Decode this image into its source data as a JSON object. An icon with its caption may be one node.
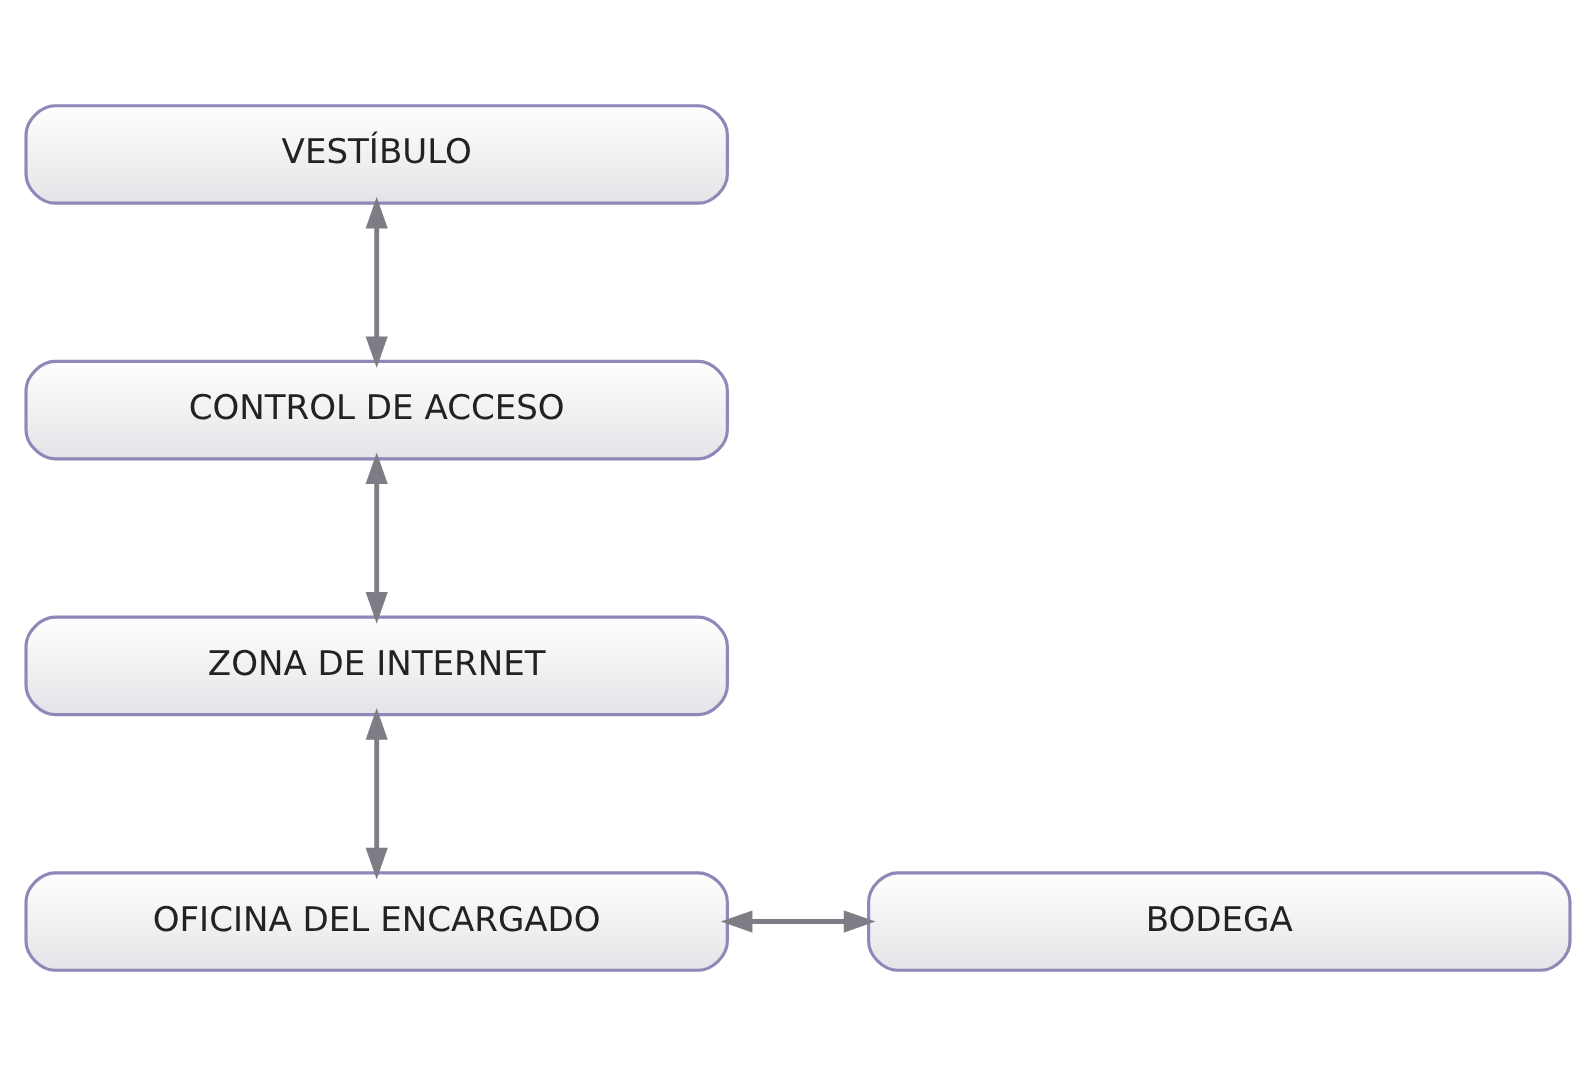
{
  "diagram": {
    "nodes": [
      {
        "text": [
          "VESTÍBULO"
        ]
      },
      {
        "text": [
          "CONTROL DE ACCESO"
        ]
      },
      {
        "text": [
          "ZONA DE INTERNET"
        ]
      },
      {
        "text": [
          "OFICINA DEL ENCARGADO"
        ]
      },
      {
        "text": [
          "BODEGA"
        ]
      }
    ],
    "edges": [
      {
        "from": 0,
        "to": 1,
        "arrow": "both"
      },
      {
        "from": 1,
        "to": 2,
        "arrow": "both"
      },
      {
        "from": 2,
        "to": 3,
        "arrow": "both"
      },
      {
        "from": 3,
        "to": 4,
        "arrow": "both"
      }
    ]
  }
}
